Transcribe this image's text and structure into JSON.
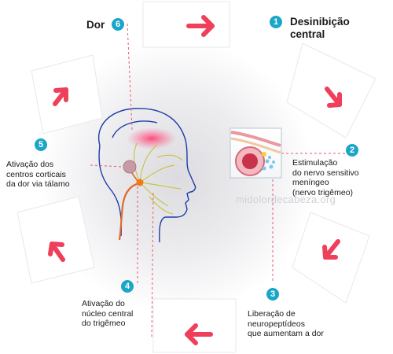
{
  "steps": [
    {
      "number": "1",
      "lines": [
        "Desinibição",
        "central"
      ]
    },
    {
      "number": "2",
      "lines": [
        "Estimulação",
        "do nervo sensitivo",
        "meníngeo",
        "(nervo trigêmeo)"
      ]
    },
    {
      "number": "3",
      "lines": [
        "Liberação de",
        "neuropeptídeos",
        "que aumentam a dor"
      ]
    },
    {
      "number": "4",
      "lines": [
        "Ativação do",
        "núcleo central",
        "do trigêmeo"
      ]
    },
    {
      "number": "5",
      "lines": [
        "Ativação dos",
        "centros corticais",
        "da dor via tálamo"
      ]
    },
    {
      "number": "6",
      "lines": [
        "Dor"
      ]
    }
  ],
  "watermark": "midolordecabeza.org",
  "colors": {
    "badge": "#1ba6c8",
    "arrow": "#ef3f5a",
    "leader": "#e8596b",
    "nerve": "#c9c44a",
    "pain": "#f04a6a"
  }
}
